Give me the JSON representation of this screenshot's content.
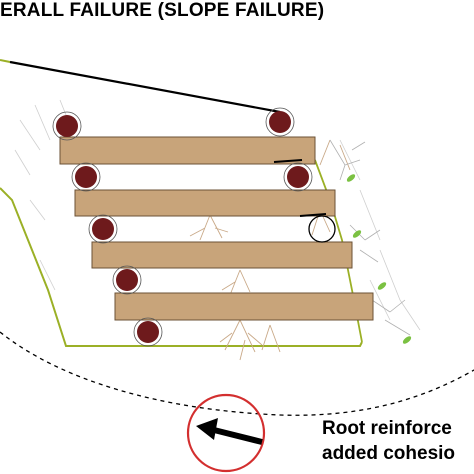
{
  "title": "ERALL FAILURE (SLOPE FAILURE)",
  "callout": {
    "line1": "Root reinforce",
    "line2": "added cohesio"
  },
  "colors": {
    "timber": "#c8a47a",
    "timber_stroke": "#6b5236",
    "log": "#6e1a1c",
    "slope_line": "#9bb026",
    "leaf": "#7bc142",
    "root": "#c9a988",
    "callout_circle": "#d32f2f",
    "arrow": "#000000"
  },
  "icons": {
    "arrow": "arrow-left-icon"
  }
}
